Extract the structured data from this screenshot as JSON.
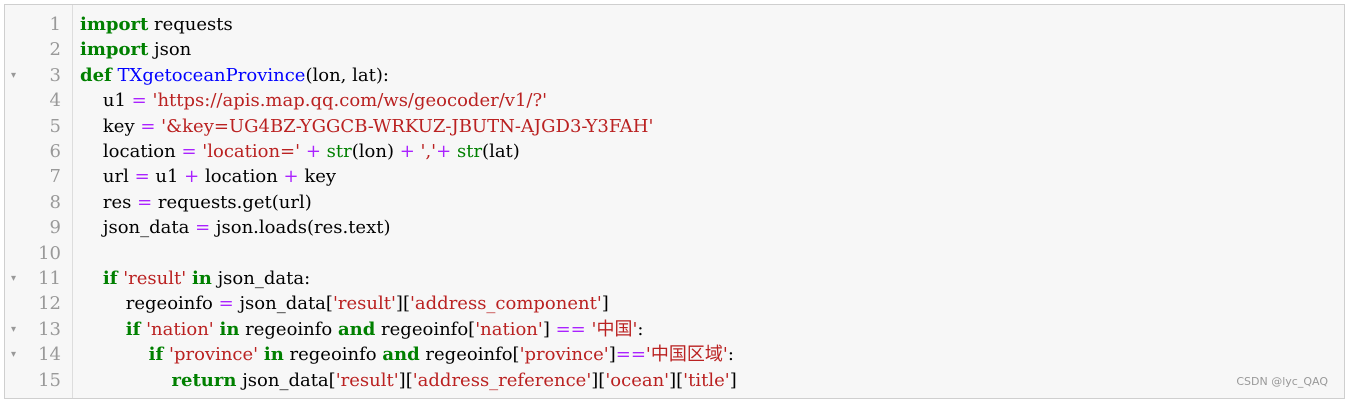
{
  "editor": {
    "line_numbers": [
      "1",
      "2",
      "3",
      "4",
      "5",
      "6",
      "7",
      "8",
      "9",
      "10",
      "11",
      "12",
      "13",
      "14",
      "15"
    ],
    "fold_marker": "▾",
    "indent_unit": "    ",
    "lines": [
      {
        "indent": 0,
        "tokens": [
          {
            "t": "import",
            "c": "kw"
          },
          {
            "t": " requests",
            "c": ""
          }
        ]
      },
      {
        "indent": 0,
        "tokens": [
          {
            "t": "import",
            "c": "kw"
          },
          {
            "t": " json",
            "c": ""
          }
        ]
      },
      {
        "indent": 0,
        "fold": true,
        "tokens": [
          {
            "t": "def",
            "c": "kw"
          },
          {
            "t": " ",
            "c": ""
          },
          {
            "t": "TXgetoceanProvince",
            "c": "fn"
          },
          {
            "t": "(lon, lat):",
            "c": ""
          }
        ]
      },
      {
        "indent": 1,
        "tokens": [
          {
            "t": "u1 ",
            "c": ""
          },
          {
            "t": "=",
            "c": "op"
          },
          {
            "t": " ",
            "c": ""
          },
          {
            "t": "'https://apis.map.qq.com/ws/geocoder/v1/?'",
            "c": "str"
          }
        ]
      },
      {
        "indent": 1,
        "tokens": [
          {
            "t": "key ",
            "c": ""
          },
          {
            "t": "=",
            "c": "op"
          },
          {
            "t": " ",
            "c": ""
          },
          {
            "t": "'&key=UG4BZ-YGGCB-WRKUZ-JBUTN-AJGD3-Y3FAH'",
            "c": "str"
          }
        ]
      },
      {
        "indent": 1,
        "tokens": [
          {
            "t": "location ",
            "c": ""
          },
          {
            "t": "=",
            "c": "op"
          },
          {
            "t": " ",
            "c": ""
          },
          {
            "t": "'location='",
            "c": "str"
          },
          {
            "t": " ",
            "c": ""
          },
          {
            "t": "+",
            "c": "op"
          },
          {
            "t": " ",
            "c": ""
          },
          {
            "t": "str",
            "c": "bi"
          },
          {
            "t": "(lon) ",
            "c": ""
          },
          {
            "t": "+",
            "c": "op"
          },
          {
            "t": " ",
            "c": ""
          },
          {
            "t": "','",
            "c": "str"
          },
          {
            "t": "+",
            "c": "op"
          },
          {
            "t": " ",
            "c": ""
          },
          {
            "t": "str",
            "c": "bi"
          },
          {
            "t": "(lat)",
            "c": ""
          }
        ]
      },
      {
        "indent": 1,
        "tokens": [
          {
            "t": "url ",
            "c": ""
          },
          {
            "t": "=",
            "c": "op"
          },
          {
            "t": " u1 ",
            "c": ""
          },
          {
            "t": "+",
            "c": "op"
          },
          {
            "t": " location ",
            "c": ""
          },
          {
            "t": "+",
            "c": "op"
          },
          {
            "t": " key",
            "c": ""
          }
        ]
      },
      {
        "indent": 1,
        "tokens": [
          {
            "t": "res ",
            "c": ""
          },
          {
            "t": "=",
            "c": "op"
          },
          {
            "t": " requests.get(url)",
            "c": ""
          }
        ]
      },
      {
        "indent": 1,
        "tokens": [
          {
            "t": "json_data ",
            "c": ""
          },
          {
            "t": "=",
            "c": "op"
          },
          {
            "t": " json.loads(res.text)",
            "c": ""
          }
        ]
      },
      {
        "indent": 0,
        "tokens": []
      },
      {
        "indent": 1,
        "fold": true,
        "tokens": [
          {
            "t": "if",
            "c": "kw"
          },
          {
            "t": " ",
            "c": ""
          },
          {
            "t": "'result'",
            "c": "str"
          },
          {
            "t": " ",
            "c": ""
          },
          {
            "t": "in",
            "c": "kw"
          },
          {
            "t": " json_data:",
            "c": ""
          }
        ]
      },
      {
        "indent": 2,
        "tokens": [
          {
            "t": "regeoinfo ",
            "c": ""
          },
          {
            "t": "=",
            "c": "op"
          },
          {
            "t": " json_data[",
            "c": ""
          },
          {
            "t": "'result'",
            "c": "str"
          },
          {
            "t": "][",
            "c": ""
          },
          {
            "t": "'address_component'",
            "c": "str"
          },
          {
            "t": "]",
            "c": ""
          }
        ]
      },
      {
        "indent": 2,
        "fold": true,
        "tokens": [
          {
            "t": "if",
            "c": "kw"
          },
          {
            "t": " ",
            "c": ""
          },
          {
            "t": "'nation'",
            "c": "str"
          },
          {
            "t": " ",
            "c": ""
          },
          {
            "t": "in",
            "c": "kw"
          },
          {
            "t": " regeoinfo ",
            "c": ""
          },
          {
            "t": "and",
            "c": "kw"
          },
          {
            "t": " regeoinfo[",
            "c": ""
          },
          {
            "t": "'nation'",
            "c": "str"
          },
          {
            "t": "] ",
            "c": ""
          },
          {
            "t": "==",
            "c": "op"
          },
          {
            "t": " ",
            "c": ""
          },
          {
            "t": "'中国'",
            "c": "str"
          },
          {
            "t": ":",
            "c": ""
          }
        ]
      },
      {
        "indent": 3,
        "fold": true,
        "tokens": [
          {
            "t": "if",
            "c": "kw"
          },
          {
            "t": " ",
            "c": ""
          },
          {
            "t": "'province'",
            "c": "str"
          },
          {
            "t": " ",
            "c": ""
          },
          {
            "t": "in",
            "c": "kw"
          },
          {
            "t": " regeoinfo ",
            "c": ""
          },
          {
            "t": "and",
            "c": "kw"
          },
          {
            "t": " regeoinfo[",
            "c": ""
          },
          {
            "t": "'province'",
            "c": "str"
          },
          {
            "t": "]",
            "c": ""
          },
          {
            "t": "==",
            "c": "op"
          },
          {
            "t": "'中国区域'",
            "c": "str"
          },
          {
            "t": ":",
            "c": ""
          }
        ]
      },
      {
        "indent": 4,
        "tokens": [
          {
            "t": "return",
            "c": "kw"
          },
          {
            "t": " json_data[",
            "c": ""
          },
          {
            "t": "'result'",
            "c": "str"
          },
          {
            "t": "][",
            "c": ""
          },
          {
            "t": "'address_reference'",
            "c": "str"
          },
          {
            "t": "][",
            "c": ""
          },
          {
            "t": "'ocean'",
            "c": "str"
          },
          {
            "t": "][",
            "c": ""
          },
          {
            "t": "'title'",
            "c": "str"
          },
          {
            "t": "]",
            "c": ""
          }
        ]
      }
    ]
  },
  "watermark": "CSDN @lyc_QAQ",
  "colors": {
    "background": "#f7f7f7",
    "keyword": "#008000",
    "function": "#0000ff",
    "string": "#ba2121",
    "operator": "#aa22ff",
    "line_number": "#999999"
  }
}
